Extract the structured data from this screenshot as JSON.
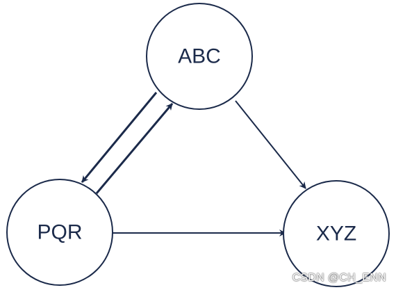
{
  "nodes": [
    {
      "id": "abc",
      "label": "ABC"
    },
    {
      "id": "pqr",
      "label": "PQR"
    },
    {
      "id": "xyz",
      "label": "XYZ"
    }
  ],
  "edges": [
    {
      "from": "abc",
      "to": "pqr"
    },
    {
      "from": "pqr",
      "to": "abc"
    },
    {
      "from": "abc",
      "to": "xyz"
    },
    {
      "from": "pqr",
      "to": "xyz"
    }
  ],
  "colors": {
    "stroke": "#1b2a4a",
    "label": "#1b2a4a",
    "background": "#ffffff"
  },
  "watermark": "CSDN @CH_ENN"
}
